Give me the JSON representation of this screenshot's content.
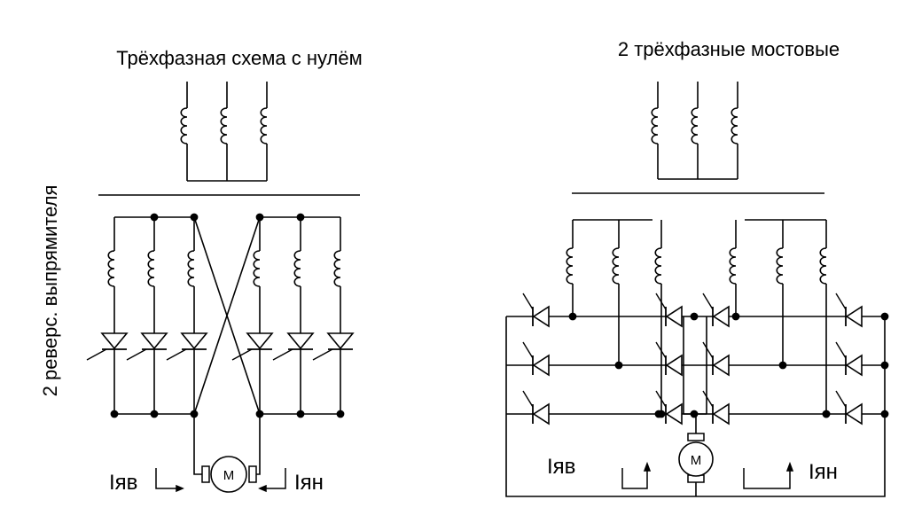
{
  "left": {
    "title": "Трёхфазная схема с нулём",
    "side_label": "2 реверс. выпрямителя",
    "current_fwd": "Iяв",
    "current_rev": "Iян",
    "motor": "М"
  },
  "right": {
    "title": "2 трёхфазные мостовые",
    "current_fwd": "Iяв",
    "current_rev": "Iян",
    "motor": "М"
  },
  "colors": {
    "line": "#000000",
    "background": "#ffffff"
  }
}
